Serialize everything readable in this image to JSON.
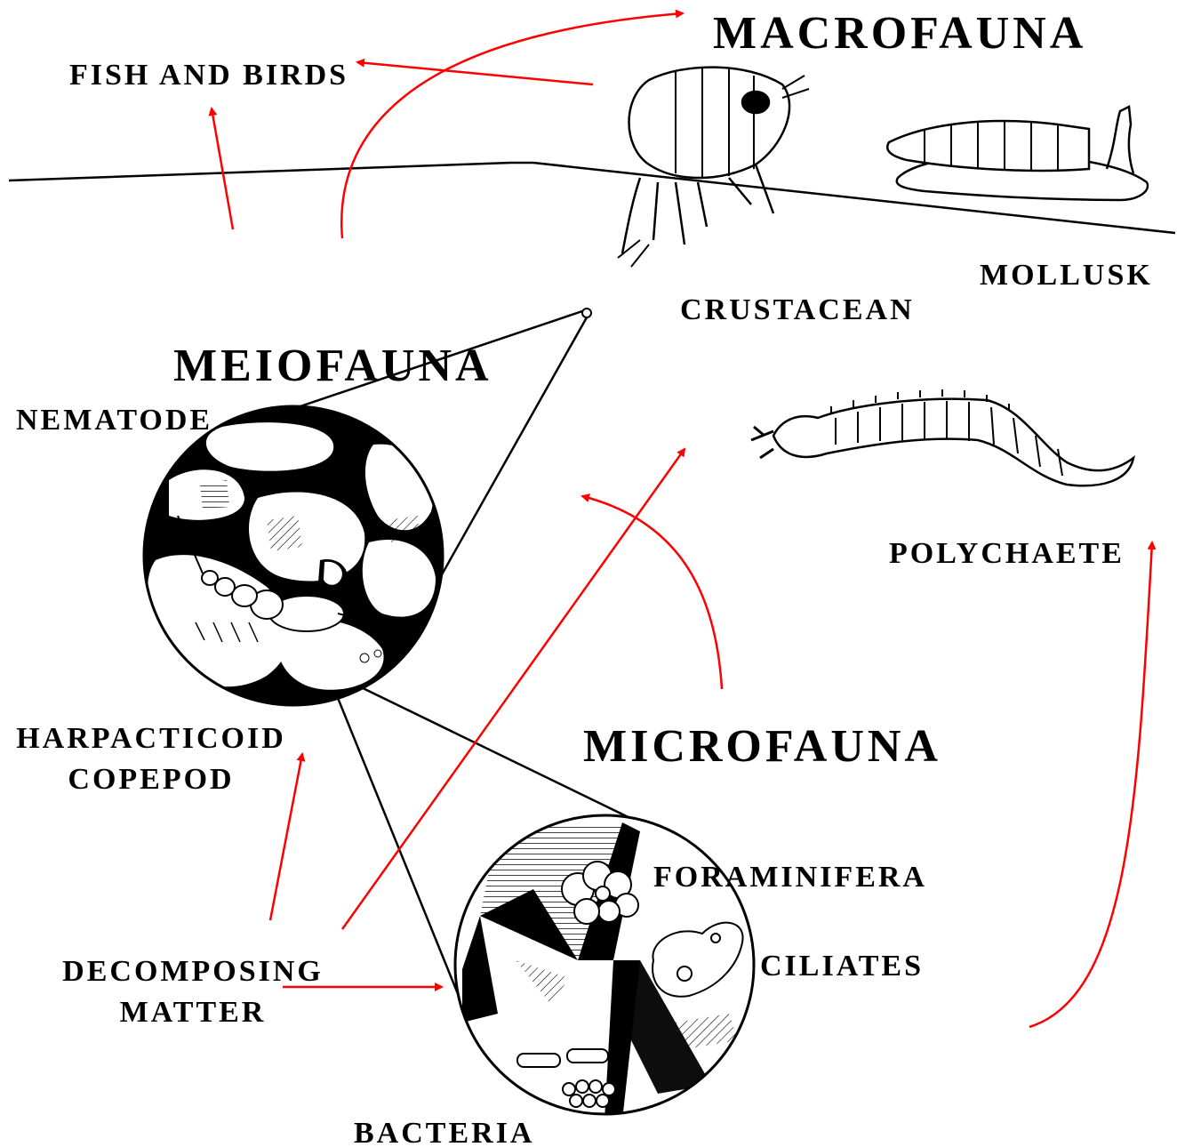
{
  "labels": {
    "macrofauna": "MACROFAUNA",
    "fish_and_birds": "FISH AND BIRDS",
    "mollusk": "MOLLUSK",
    "crustacean": "CRUSTACEAN",
    "meiofauna": "MEIOFAUNA",
    "nematode": "NEMATODE",
    "polychaete": "POLYCHAETE",
    "harpacticoid_line1": "HARPACTICOID",
    "harpacticoid_line2": "COPEPOD",
    "microfauna": "MICROFAUNA",
    "foraminifera": "FORAMINIFERA",
    "ciliates": "CILIATES",
    "decomposing_line1": "DECOMPOSING",
    "decomposing_line2": "MATTER",
    "bacteria": "BACTERIA"
  },
  "colors": {
    "arrow": "#ff0000",
    "ink": "#000000",
    "paper": "#ffffff"
  }
}
